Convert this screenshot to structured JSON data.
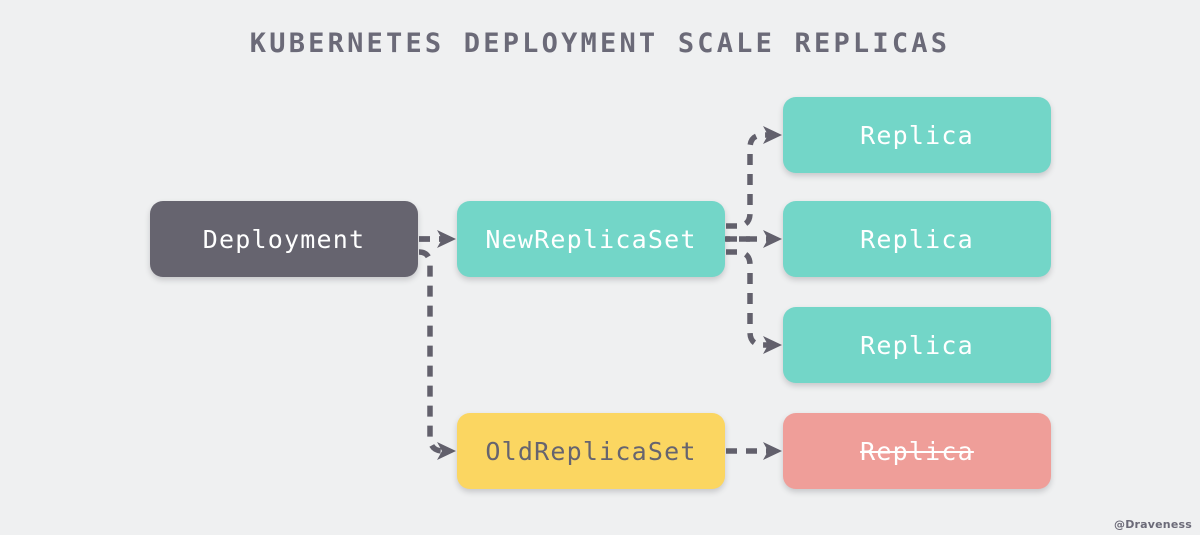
{
  "diagram": {
    "title": "KUBERNETES DEPLOYMENT SCALE REPLICAS",
    "watermark": "@Draveness",
    "background_color": "#eff0f1",
    "arrow_color": "#62606c",
    "nodes": [
      {
        "id": "deployment",
        "label": "Deployment",
        "color": "#66646f",
        "text_color": "#ffffff",
        "strikethrough": false
      },
      {
        "id": "new-replicaset",
        "label": "NewReplicaSet",
        "color": "#73d6c8",
        "text_color": "#ffffff",
        "strikethrough": false
      },
      {
        "id": "old-replicaset",
        "label": "OldReplicaSet",
        "color": "#fbd661",
        "text_color": "#66646f",
        "strikethrough": false
      },
      {
        "id": "replica-1",
        "label": "Replica",
        "color": "#73d6c8",
        "text_color": "#ffffff",
        "strikethrough": false
      },
      {
        "id": "replica-2",
        "label": "Replica",
        "color": "#73d6c8",
        "text_color": "#ffffff",
        "strikethrough": false
      },
      {
        "id": "replica-3",
        "label": "Replica",
        "color": "#73d6c8",
        "text_color": "#ffffff",
        "strikethrough": false
      },
      {
        "id": "replica-deleted",
        "label": "Replica",
        "color": "#ef9e99",
        "text_color": "#ffffff",
        "strikethrough": true
      }
    ],
    "edges": [
      {
        "id": "deployment-to-new",
        "from": "deployment",
        "to": "new-replicaset",
        "style": "dashed"
      },
      {
        "id": "deployment-to-old",
        "from": "deployment",
        "to": "old-replicaset",
        "style": "dashed"
      },
      {
        "id": "new-to-replica-1",
        "from": "new-replicaset",
        "to": "replica-1",
        "style": "dashed"
      },
      {
        "id": "new-to-replica-2",
        "from": "new-replicaset",
        "to": "replica-2",
        "style": "dashed"
      },
      {
        "id": "new-to-replica-3",
        "from": "new-replicaset",
        "to": "replica-3",
        "style": "dashed"
      },
      {
        "id": "old-to-replica-deleted",
        "from": "old-replicaset",
        "to": "replica-deleted",
        "style": "dashed"
      }
    ]
  }
}
